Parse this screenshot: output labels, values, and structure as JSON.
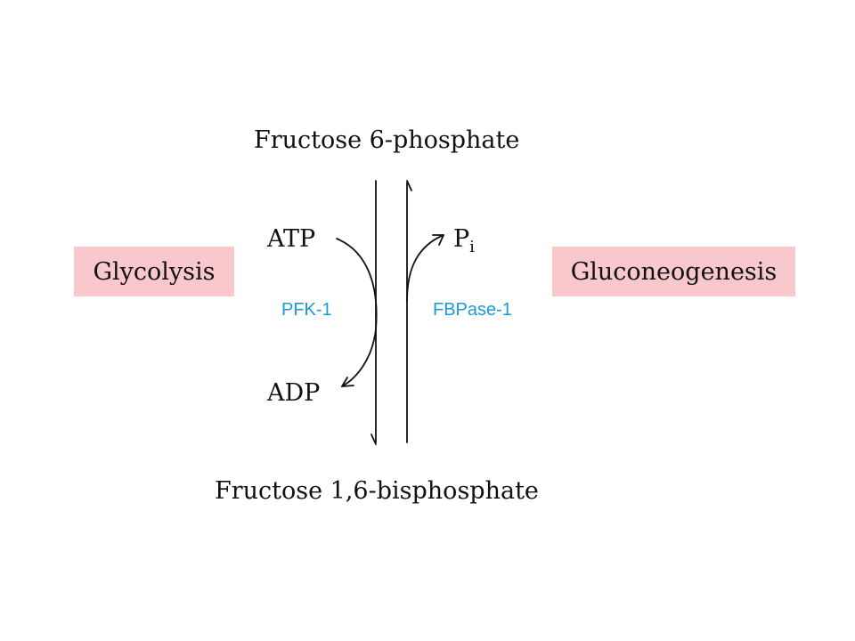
{
  "metabolites": {
    "substrate": "Fructose 6-phosphate",
    "product": "Fructose 1,6-bisphosphate"
  },
  "cofactors": {
    "atp": "ATP",
    "adp": "ADP",
    "pi_main": "P",
    "pi_sub": "i"
  },
  "enzymes": {
    "forward": "PFK-1",
    "reverse": "FBPase-1"
  },
  "pathways": {
    "left": "Glycolysis",
    "right": "Gluconeogenesis"
  },
  "colors": {
    "pathway_box": "#f8c8cc",
    "enzyme_text": "#1a9ad6",
    "arrow": "#111111"
  }
}
